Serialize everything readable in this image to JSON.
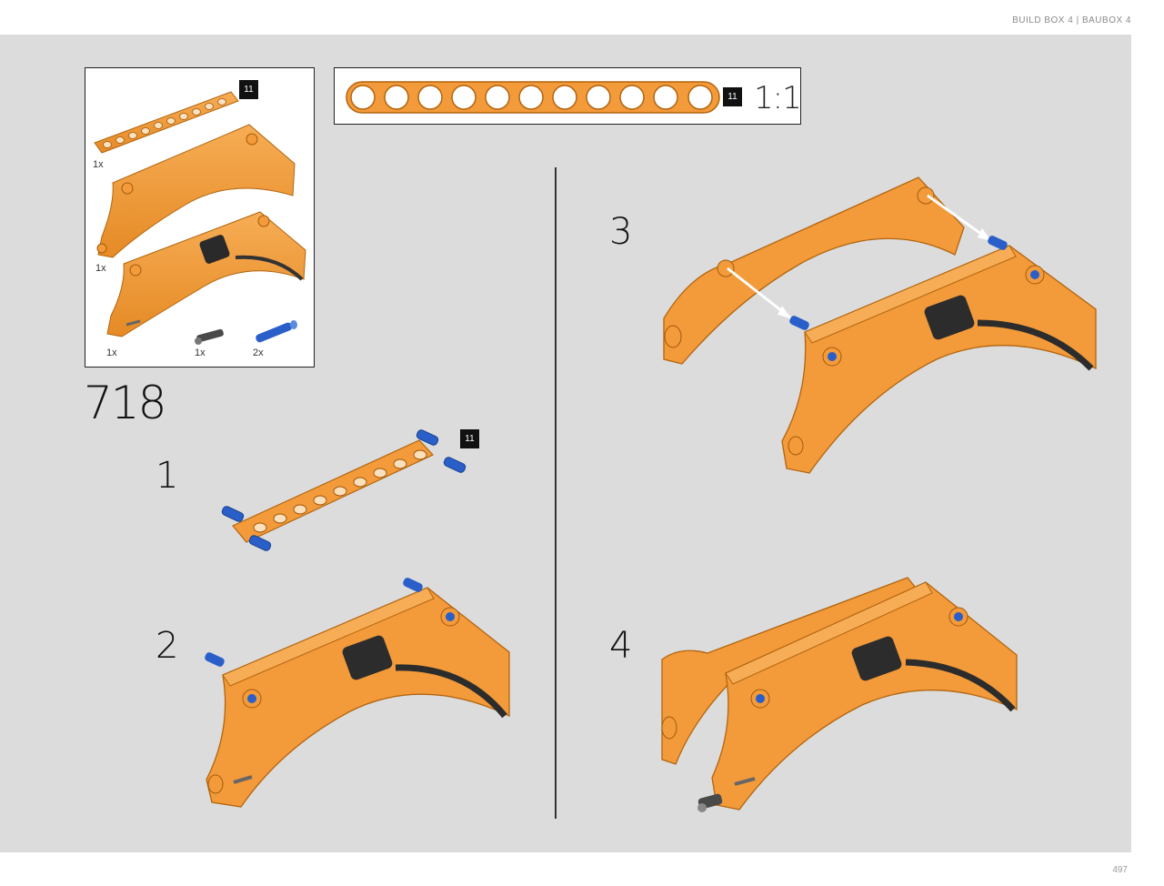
{
  "header": {
    "text": "BUILD BOX 4  |  BAUBOX 4"
  },
  "page_number": "497",
  "parts_box": {
    "beam_length_badge": "11",
    "quantities": [
      "1x",
      "1x",
      "1x",
      "1x",
      "2x"
    ]
  },
  "ruler": {
    "length_badge": "11",
    "scale": "1:1"
  },
  "step": {
    "number": "718"
  },
  "substeps": {
    "s1": {
      "label": "1",
      "badge": "11"
    },
    "s2": {
      "label": "2"
    },
    "s3": {
      "label": "3"
    },
    "s4": {
      "label": "4"
    }
  },
  "colors": {
    "orange": "#f39a3a",
    "orange_dark": "#c86f17",
    "blue_pin": "#2a5fc9",
    "background": "#dcdcdc"
  }
}
